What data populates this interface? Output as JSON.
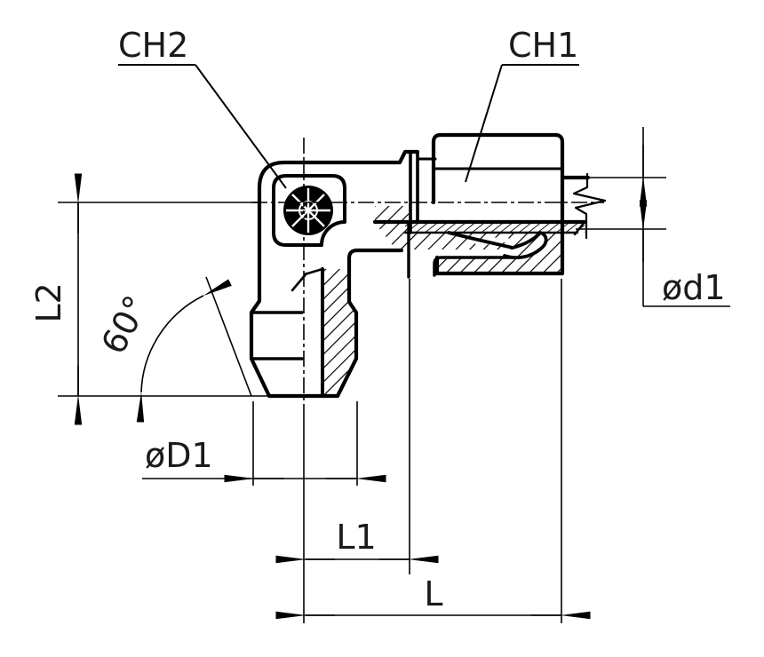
{
  "drawing": {
    "type": "technical-drawing",
    "subject": "90-degree elbow compression tube fitting, half-section side view",
    "colors": {
      "ink": "#000000",
      "paper": "#ffffff"
    },
    "labels": {
      "ch2": "CH2",
      "ch1": "CH1",
      "l2": "L2",
      "angle": "60°",
      "dia_D1": "øD1",
      "l1": "L1",
      "l": "L",
      "dia_d1": "ød1"
    }
  }
}
